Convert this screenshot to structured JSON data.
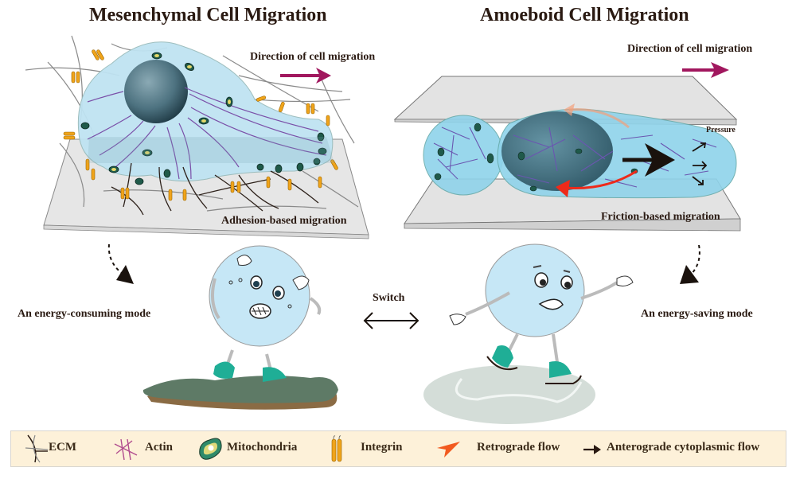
{
  "titles": {
    "mesenchymal": "Mesenchymal Cell Migration",
    "amoeboid": "Amoeboid Cell Migration"
  },
  "mesenchymal_panel": {
    "direction_label": "Direction of cell migration",
    "mode_label": "Adhesion-based migration"
  },
  "amoeboid_panel": {
    "direction_label": "Direction of cell migration",
    "pressure_label": "Pressure",
    "mode_label": "Friction-based migration"
  },
  "energy": {
    "consuming": "An energy-consuming mode",
    "saving": "An energy-saving mode",
    "switch": "Switch"
  },
  "legend": {
    "items": [
      {
        "label": "ECM",
        "icon": "ecm-fiber-icon"
      },
      {
        "label": "Actin",
        "icon": "actin-icon"
      },
      {
        "label": "Mitochondria",
        "icon": "mitochondria-icon"
      },
      {
        "label": "Integrin",
        "icon": "integrin-icon"
      },
      {
        "label": "Retrograde flow",
        "icon": "retrograde-arrow-icon"
      },
      {
        "label": "Anterograde cytoplasmic flow",
        "icon": "anterograde-arrow-icon"
      }
    ]
  },
  "colors": {
    "cell": "#bfe3f2",
    "nucleus": "#4e7482",
    "direction_arrow": "#a1175e",
    "retrograde": "#f25a1f",
    "legend_bg": "#fdf1d9",
    "surface": "#e8e8e8",
    "mud": "#5e7a66",
    "ice": "#d4ddd8",
    "skate": "#1fae96"
  }
}
